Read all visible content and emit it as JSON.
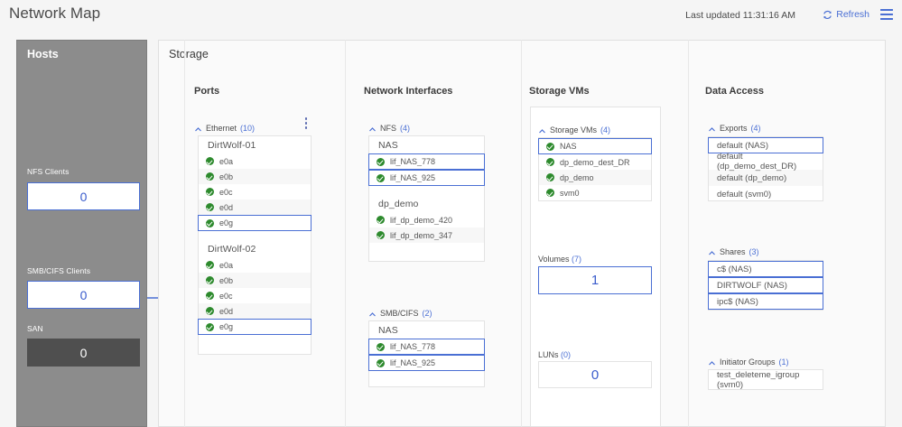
{
  "header": {
    "title": "Network Map",
    "last_updated": "Last updated 11:31:16 AM",
    "refresh_label": "Refresh",
    "refresh_icon": "refresh-icon",
    "menu_icon": "hamburger-menu-icon"
  },
  "hosts_panel": {
    "title": "Hosts",
    "items": [
      {
        "label": "NFS Clients",
        "value": "0",
        "state": "active"
      },
      {
        "label": "SMB/CIFS Clients",
        "value": "0",
        "state": "active"
      },
      {
        "label": "SAN",
        "value": "0",
        "state": "disabled"
      }
    ]
  },
  "storage_panel": {
    "title": "Storage",
    "columns": [
      {
        "title": "Ports"
      },
      {
        "title": "Network Interfaces"
      },
      {
        "title": "Storage VMs"
      },
      {
        "title": "Data Access"
      }
    ]
  },
  "ports": {
    "group": {
      "label": "Ethernet",
      "count": "(10)",
      "caret": "chevron-up-icon"
    },
    "kebab_icon": "more-options-icon",
    "nodes": [
      {
        "name": "DirtWolf-01",
        "ports": [
          {
            "label": "e0a",
            "status": "ok",
            "selected": false
          },
          {
            "label": "e0b",
            "status": "ok",
            "selected": false
          },
          {
            "label": "e0c",
            "status": "ok",
            "selected": false
          },
          {
            "label": "e0d",
            "status": "ok",
            "selected": false
          },
          {
            "label": "e0g",
            "status": "ok",
            "selected": true
          }
        ]
      },
      {
        "name": "DirtWolf-02",
        "ports": [
          {
            "label": "e0a",
            "status": "ok",
            "selected": false
          },
          {
            "label": "e0b",
            "status": "ok",
            "selected": false
          },
          {
            "label": "e0c",
            "status": "ok",
            "selected": false
          },
          {
            "label": "e0d",
            "status": "ok",
            "selected": false
          },
          {
            "label": "e0g",
            "status": "ok",
            "selected": true
          }
        ]
      }
    ]
  },
  "network_interfaces": {
    "nfs": {
      "group": {
        "label": "NFS",
        "count": "(4)",
        "caret": "chevron-up-icon"
      },
      "sections": [
        {
          "name": "NAS",
          "lifs": [
            {
              "label": "lif_NAS_778",
              "status": "ok",
              "selected": true
            },
            {
              "label": "lif_NAS_925",
              "status": "ok",
              "selected": true
            }
          ]
        },
        {
          "name": "dp_demo",
          "lifs": [
            {
              "label": "lif_dp_demo_420",
              "status": "ok",
              "selected": false
            },
            {
              "label": "lif_dp_demo_347",
              "status": "ok",
              "selected": false
            }
          ]
        }
      ]
    },
    "smb": {
      "group": {
        "label": "SMB/CIFS",
        "count": "(2)",
        "caret": "chevron-up-icon"
      },
      "sections": [
        {
          "name": "NAS",
          "lifs": [
            {
              "label": "lif_NAS_778",
              "status": "ok",
              "selected": true
            },
            {
              "label": "lif_NAS_925",
              "status": "ok",
              "selected": true
            }
          ]
        }
      ]
    }
  },
  "storage_vms": {
    "group": {
      "label": "Storage VMs",
      "count": "(4)",
      "caret": "chevron-up-icon"
    },
    "vms": [
      {
        "label": "NAS",
        "status": "ok",
        "selected": true
      },
      {
        "label": "dp_demo_dest_DR",
        "status": "ok",
        "selected": false
      },
      {
        "label": "dp_demo",
        "status": "ok",
        "selected": false
      },
      {
        "label": "svm0",
        "status": "ok",
        "selected": false
      }
    ],
    "volumes": {
      "label": "Volumes",
      "count": "(7)",
      "value": "1",
      "state": "active"
    },
    "luns": {
      "label": "LUNs",
      "count": "(0)",
      "value": "0",
      "state": "idle"
    }
  },
  "data_access": {
    "exports": {
      "group": {
        "label": "Exports",
        "count": "(4)",
        "caret": "chevron-up-icon"
      },
      "items": [
        {
          "label": "default (NAS)",
          "selected": true
        },
        {
          "label": "default (dp_demo_dest_DR)",
          "selected": false
        },
        {
          "label": "default (dp_demo)",
          "selected": false
        },
        {
          "label": "default (svm0)",
          "selected": false
        }
      ]
    },
    "shares": {
      "group": {
        "label": "Shares",
        "count": "(3)",
        "caret": "chevron-up-icon"
      },
      "items": [
        {
          "label": "c$ (NAS)",
          "selected": true
        },
        {
          "label": "DIRTWOLF (NAS)",
          "selected": true
        },
        {
          "label": "ipc$ (NAS)",
          "selected": true
        }
      ]
    },
    "initiator_groups": {
      "group": {
        "label": "Initiator Groups",
        "count": "(1)",
        "caret": "chevron-up-icon"
      },
      "items": [
        {
          "label": "test_deleteme_igroup (svm0)",
          "selected": false
        }
      ]
    }
  },
  "colors": {
    "accent": "#4a6fd4",
    "accent_text": "#3a5ccc",
    "status_ok": "#2d8a2d",
    "hosts_bg": "#8c8c8c",
    "disabled_bg": "#4f4f4f",
    "panel_bg": "#fafafa",
    "wire_active": "#4a6fd4",
    "wire_idle": "#d8d8d8"
  }
}
